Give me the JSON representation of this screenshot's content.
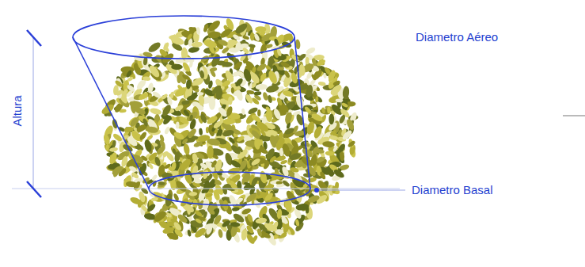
{
  "diagram": {
    "labels": [
      "Altura",
      "Diametro Aéreo",
      "Diametro Basal"
    ]
  }
}
